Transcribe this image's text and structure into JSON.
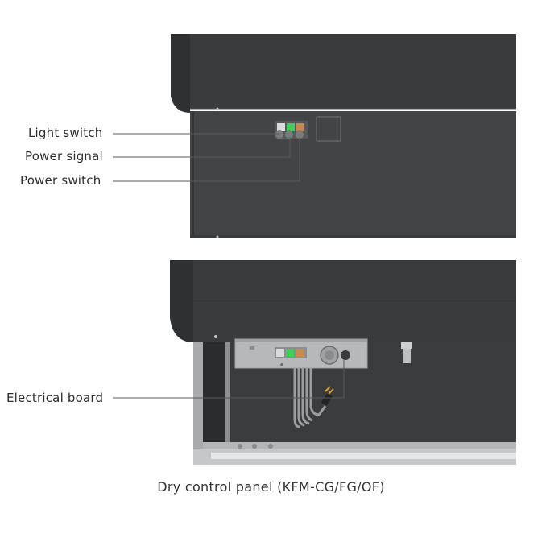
{
  "callouts": {
    "light_switch": "Light switch",
    "power_signal": "Power signal",
    "power_switch": "Power switch",
    "electrical_board": "Electrical board"
  },
  "caption": "Dry control panel (KFM-CG/FG/OF)",
  "colors": {
    "cabinet_dark": "#3b3c3e",
    "cabinet_panel": "#444547",
    "switch_white": "#d9dadb",
    "switch_green": "#3fcf5a",
    "switch_orange": "#c98a52",
    "board_grey": "#b7b8ba",
    "leader_line": "#5a5a5a"
  }
}
